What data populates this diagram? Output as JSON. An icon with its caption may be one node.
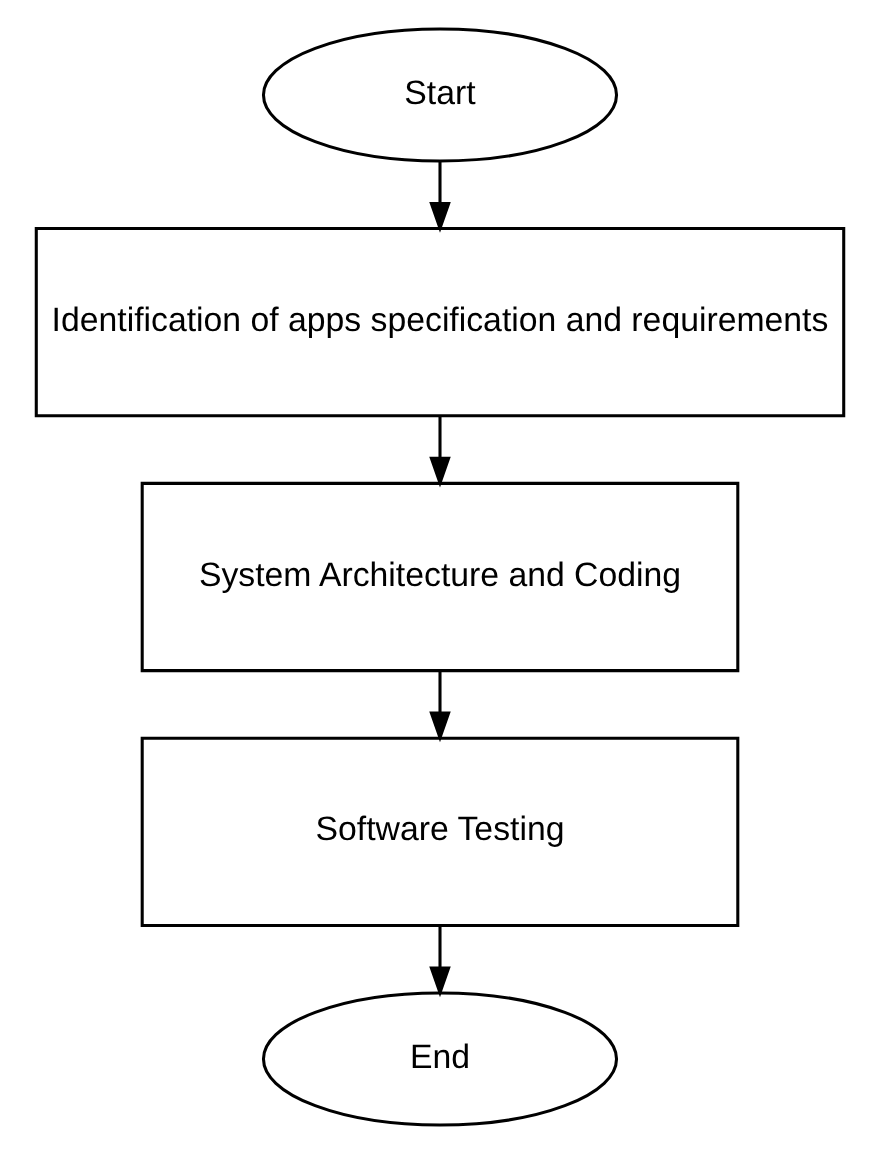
{
  "diagram": {
    "nodes": [
      {
        "text": [
          "Start"
        ]
      },
      {
        "text": [
          "Identification of apps specification and requirements"
        ]
      },
      {
        "text": [
          "System Architecture and Coding"
        ]
      },
      {
        "text": [
          "Software Testing"
        ]
      },
      {
        "text": [
          "End"
        ]
      }
    ],
    "edges": [
      {
        "from": 0,
        "to": 1,
        "arrow": "to"
      },
      {
        "from": 1,
        "to": 2,
        "arrow": "to"
      },
      {
        "from": 2,
        "to": 3,
        "arrow": "to"
      },
      {
        "from": 3,
        "to": 4,
        "arrow": "to"
      }
    ]
  }
}
